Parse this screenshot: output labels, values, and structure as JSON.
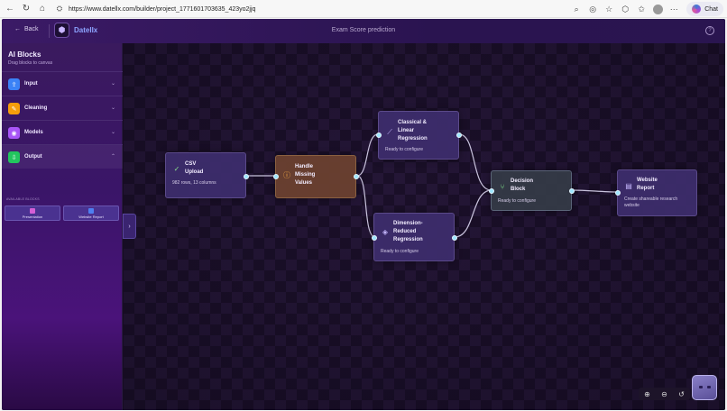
{
  "browser": {
    "url": "https://www.datellx.com/builder/project_1771601703635_423yo2jjq",
    "chat_label": "Chat"
  },
  "header": {
    "back_label": "Back",
    "brand": "DateIIx",
    "title": "Exam Score prediction"
  },
  "sidebar": {
    "title": "AI Blocks",
    "subtitle": "Drag blocks to canvas",
    "categories": [
      {
        "label": "Input",
        "color": "#3b82f6"
      },
      {
        "label": "Cleaning",
        "color": "#f59e0b"
      },
      {
        "label": "Models",
        "color": "#a855f7"
      },
      {
        "label": "Output",
        "color": "#22c55e"
      }
    ],
    "available_label": "AVAILABLE BLOCKS",
    "output_blocks": [
      {
        "label": "Presentation",
        "color": "#d45fd6"
      },
      {
        "label": "Website Report",
        "color": "#4f7ff0"
      }
    ]
  },
  "nodes": {
    "csv": {
      "title": "CSV Upload",
      "title_lines": [
        "CSV",
        "Upload"
      ],
      "sub": "982 rows, 13 columns"
    },
    "handle": {
      "title_lines": [
        "Handle",
        "Missing",
        "Values"
      ]
    },
    "classical": {
      "title_lines": [
        "Classical &",
        "Linear",
        "Regression"
      ],
      "sub": "Ready to configure"
    },
    "dimension": {
      "title_lines": [
        "Dimension-",
        "Reduced",
        "Regression"
      ],
      "sub": "Ready to configure"
    },
    "decision": {
      "title_lines": [
        "Decision",
        "Block"
      ],
      "sub": "Ready to configure"
    },
    "website": {
      "title_lines": [
        "Website",
        "Report"
      ],
      "sub_lines": [
        "Create shareable research",
        "website"
      ]
    }
  },
  "colors": {
    "accent": "#8da4ff",
    "port": "#9ee6ff",
    "edge": "#c9c3dd"
  }
}
